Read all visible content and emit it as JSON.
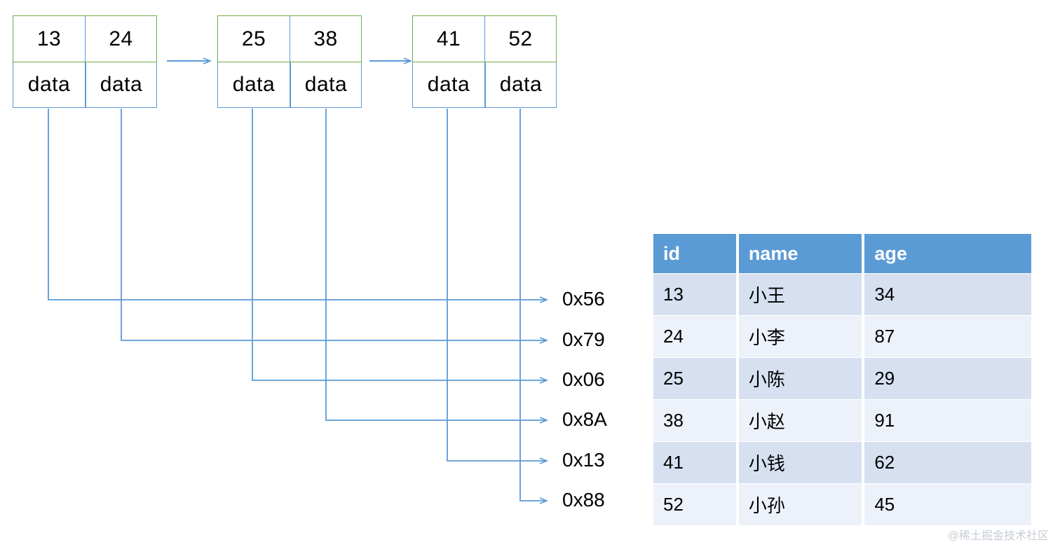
{
  "diagram": {
    "title": "linked-list-to-table-mapping",
    "colors": {
      "node_key_border": "#70AD47",
      "node_data_border": "#5B9BD5",
      "wire": "#5B9BD5",
      "table_header_bg": "#5B9BD5",
      "table_row_odd_bg": "#D6E0F0",
      "table_row_even_bg": "#EDF2FA",
      "watermark": "#C6CDD6"
    },
    "nodes": [
      {
        "keys": [
          "13",
          "24"
        ],
        "data": [
          "data",
          "data"
        ]
      },
      {
        "keys": [
          "25",
          "38"
        ],
        "data": [
          "data",
          "data"
        ]
      },
      {
        "keys": [
          "41",
          "52"
        ],
        "data": [
          "data",
          "data"
        ]
      }
    ],
    "addresses": [
      "0x56",
      "0x79",
      "0x06",
      "0x8A",
      "0x13",
      "0x88"
    ]
  },
  "table": {
    "headers": [
      "id",
      "name",
      "age"
    ],
    "rows": [
      [
        "13",
        "小王",
        "34"
      ],
      [
        "24",
        "小李",
        "87"
      ],
      [
        "25",
        "小陈",
        "29"
      ],
      [
        "38",
        "小赵",
        "91"
      ],
      [
        "41",
        "小钱",
        "62"
      ],
      [
        "52",
        "小孙",
        "45"
      ]
    ]
  },
  "watermark": {
    "text": "@稀土掘金技术社区"
  }
}
